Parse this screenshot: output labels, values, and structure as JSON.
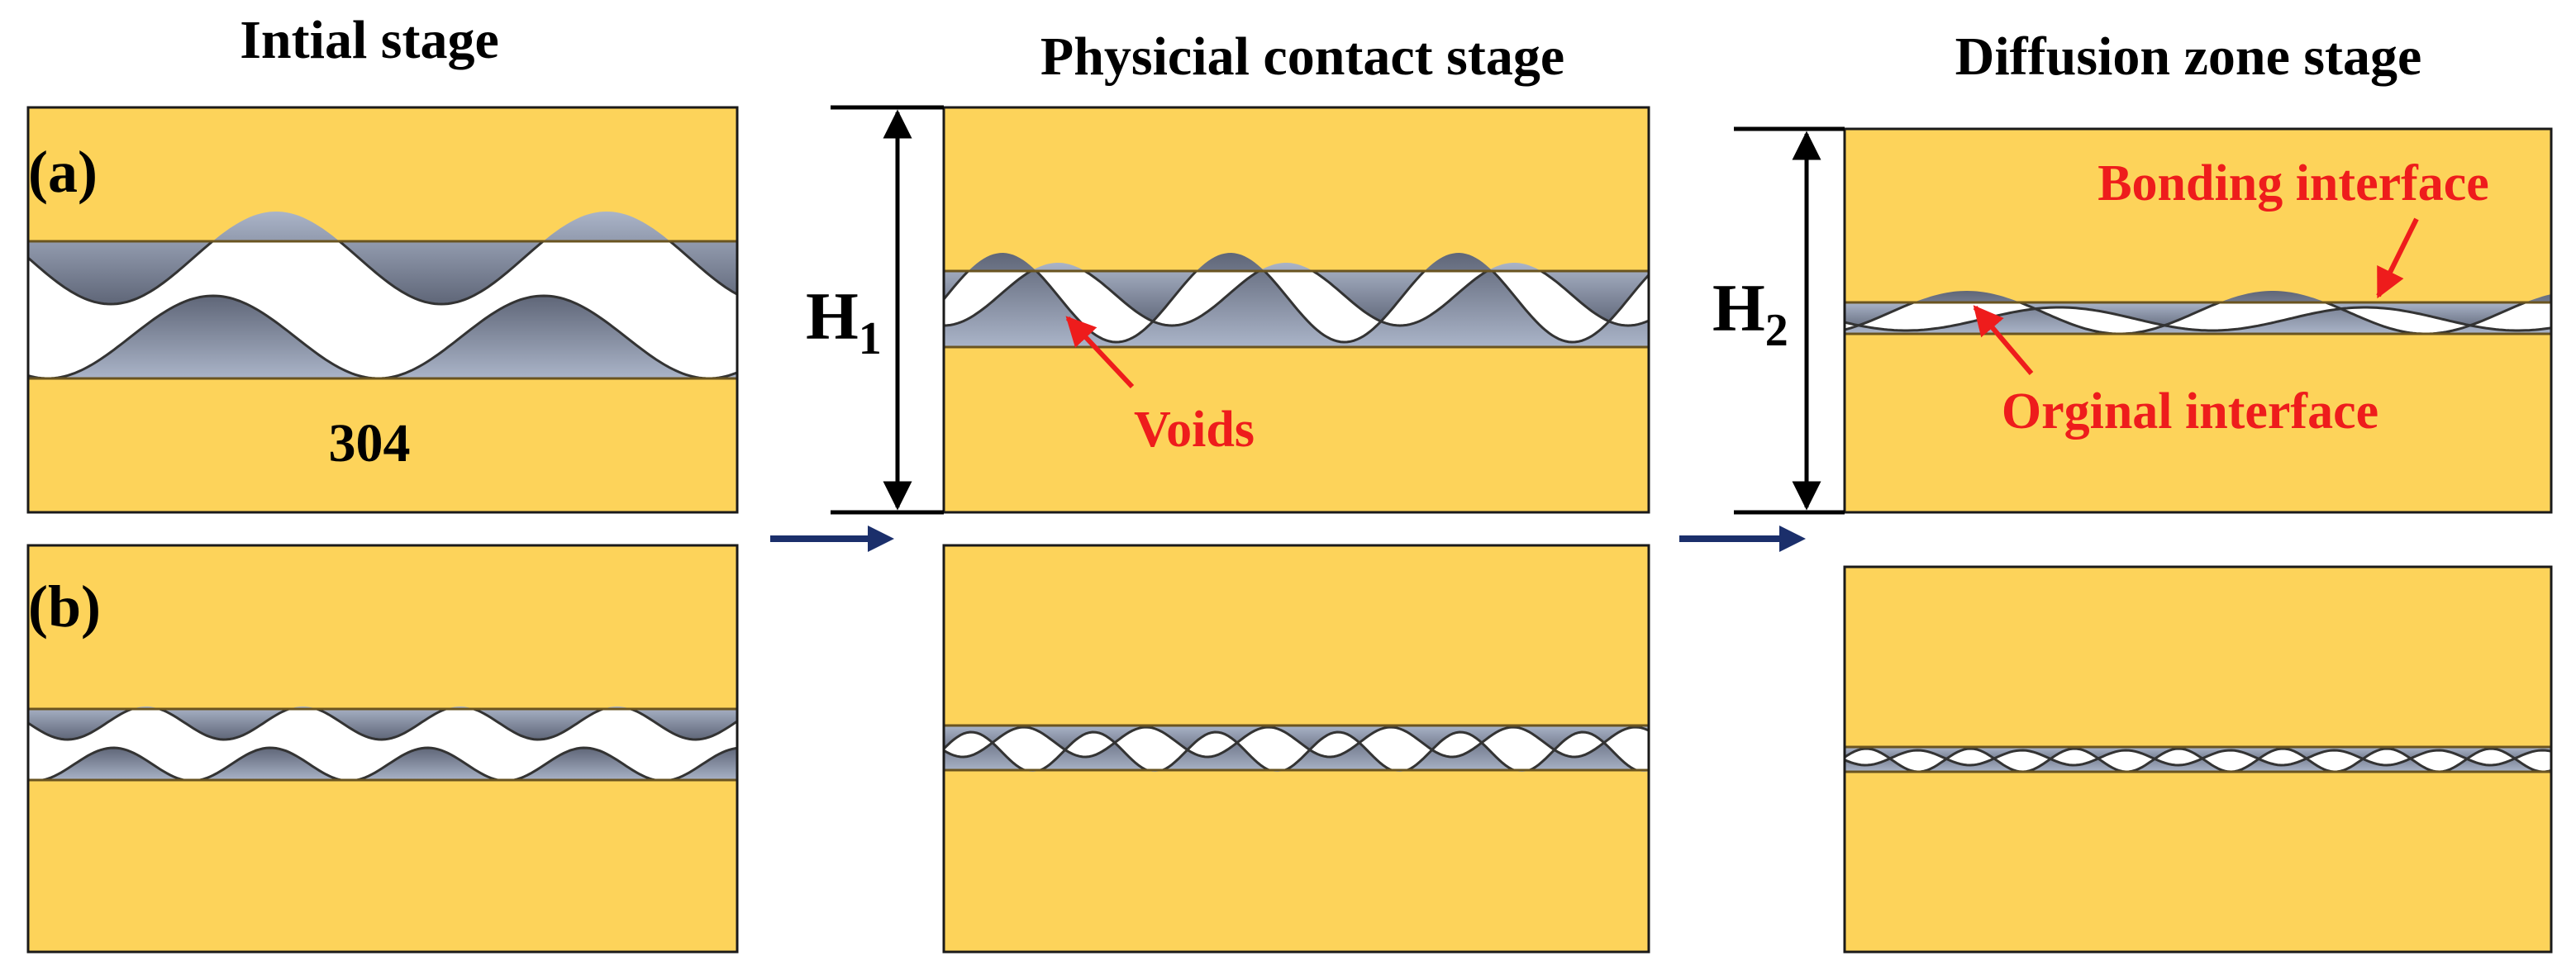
{
  "stages": {
    "initial": "Intial stage",
    "contact": "Physicial contact stage",
    "diffusion": "Diffusion zone stage"
  },
  "panels": {
    "a": "(a)",
    "b": "(b)"
  },
  "material_label": "304",
  "annotations": {
    "voids": "Voids",
    "bonding_interface": "Bonding interface",
    "original_interface": "Orginal interface"
  },
  "heights": {
    "h1_main": "H",
    "h1_sub": "1",
    "h2_main": "H",
    "h2_sub": "2"
  },
  "colors": {
    "metal": "#fdd35a",
    "interlayer_light": "#aab4c8",
    "interlayer_dark": "#5f6678",
    "outline": "#333333",
    "annotation": "#ee1c1c",
    "process_arrow": "#1b2f6b"
  }
}
